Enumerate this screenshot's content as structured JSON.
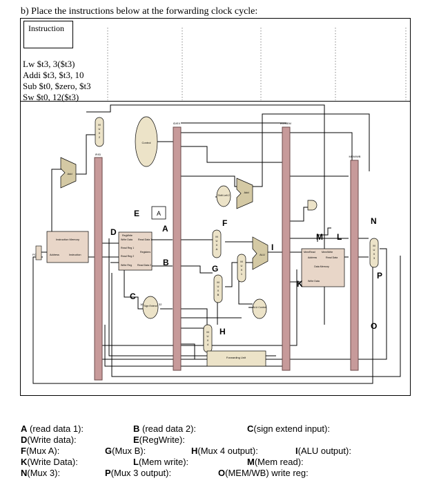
{
  "heading": "b) Place the instructions below at the forwarding clock cycle:",
  "instruction_header": "Instruction",
  "instructions": [
    "Lw $t3, 3($t3)",
    "Addi $t3, $t3, 10",
    "Sub $t0, $zero, $t3",
    "Sw $t0, 12($t3)"
  ],
  "diagram": {
    "stages": {
      "ifid": "IF/ID",
      "idex": "ID/EX",
      "exmem": "EX/MEM",
      "memwb": "MEM/WB"
    },
    "blocks": {
      "instruction_memory": "Instruction Memory",
      "address": "Address",
      "instruction": "Instruction",
      "pc": "PC",
      "add1": "Add",
      "add2": "Add",
      "control": "Control",
      "shift_left": "Shift Left 2",
      "registers": "Registers",
      "regwrite": "RegWrite",
      "write_data": "Write Data",
      "read_data_1": "Read Data 1",
      "read_reg_1": "Read Reg 1",
      "read_reg_2": "Read Reg 2",
      "write_reg": "Write Reg",
      "read_data_2": "Read Data 2",
      "sign_extend": "Sign Extend",
      "bits_16": "16",
      "bits_32": "32",
      "alu": "ALU",
      "alu_control": "ALU Control",
      "forwarding_unit": "Forwarding Unit",
      "memread": "MemRead",
      "memwrite": "MemWrite",
      "mem_address": "Address",
      "mem_read_data": "Read Data",
      "data_memory": "Data Memory",
      "mem_write_data": "Write Data",
      "mux_letters": [
        "M",
        "U",
        "X"
      ],
      "mux_ids": [
        "2",
        "A",
        "B",
        "4",
        "1",
        "3"
      ]
    },
    "markers": {
      "A_box": "A",
      "A": "A",
      "B": "B",
      "C": "C",
      "D": "D",
      "E": "E",
      "F": "F",
      "G": "G",
      "H": "H",
      "I": "I",
      "K": "K",
      "L": "L",
      "M": "M",
      "N": "N",
      "O": "O",
      "P": "P"
    }
  },
  "legend": {
    "row1": [
      {
        "key": "A",
        "text": " (read data 1):"
      },
      {
        "key": "B",
        "text": " (read data 2):"
      },
      {
        "key": "C",
        "text": "(sign extend input):"
      }
    ],
    "row2": [
      {
        "key": "D",
        "text": "(Write data):"
      },
      {
        "key": "E",
        "text": "(RegWrite):"
      }
    ],
    "row3": [
      {
        "key": "F",
        "text": "(Mux A):"
      },
      {
        "key": "G",
        "text": "(Mux B):"
      },
      {
        "key": "H",
        "text": "(Mux 4 output):"
      },
      {
        "key": "I",
        "text": "(ALU output):"
      }
    ],
    "row4": [
      {
        "key": "K",
        "text": "(Write Data):"
      },
      {
        "key": "L",
        "text": "(Mem write):"
      },
      {
        "key": "M",
        "text": "(Mem read):"
      }
    ],
    "row5": [
      {
        "key": "N",
        "text": "(Mux 3):"
      },
      {
        "key": "P",
        "text": "(Mux 3 output):"
      },
      {
        "key": "O",
        "text": "(MEM/WB) write reg:"
      }
    ]
  }
}
